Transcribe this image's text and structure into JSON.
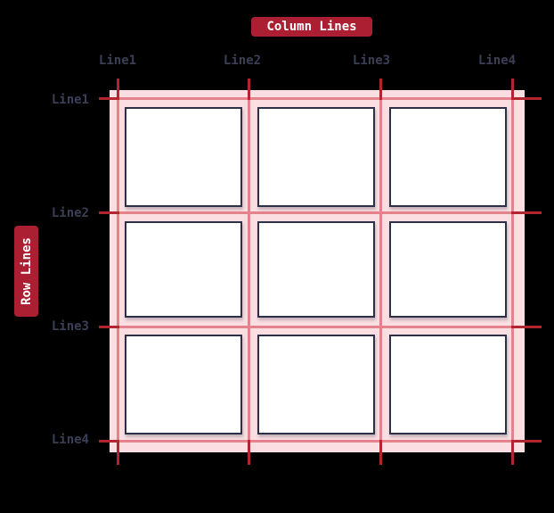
{
  "diagram": {
    "column_badge_label": "Column Lines",
    "row_badge_label": "Row Lines",
    "column_labels": [
      "Line1",
      "Line2",
      "Line3",
      "Line4"
    ],
    "row_labels": [
      "Line1",
      "Line2",
      "Line3",
      "Line4"
    ],
    "grid": {
      "columns": 3,
      "rows": 3,
      "column_line_count": 4,
      "row_line_count": 4
    }
  },
  "colors": {
    "background": "#000000",
    "badge_red": "#AC1E31",
    "tick_red": "#B2242E",
    "grid_bg_pink": "#FBDEE2",
    "grid_line_salmon": "#E5838D",
    "cell_border_navy": "#2C3047",
    "cell_bg": "#FFFFFF",
    "label_text": "#3B3F56",
    "badge_text": "#FFFFFF"
  }
}
